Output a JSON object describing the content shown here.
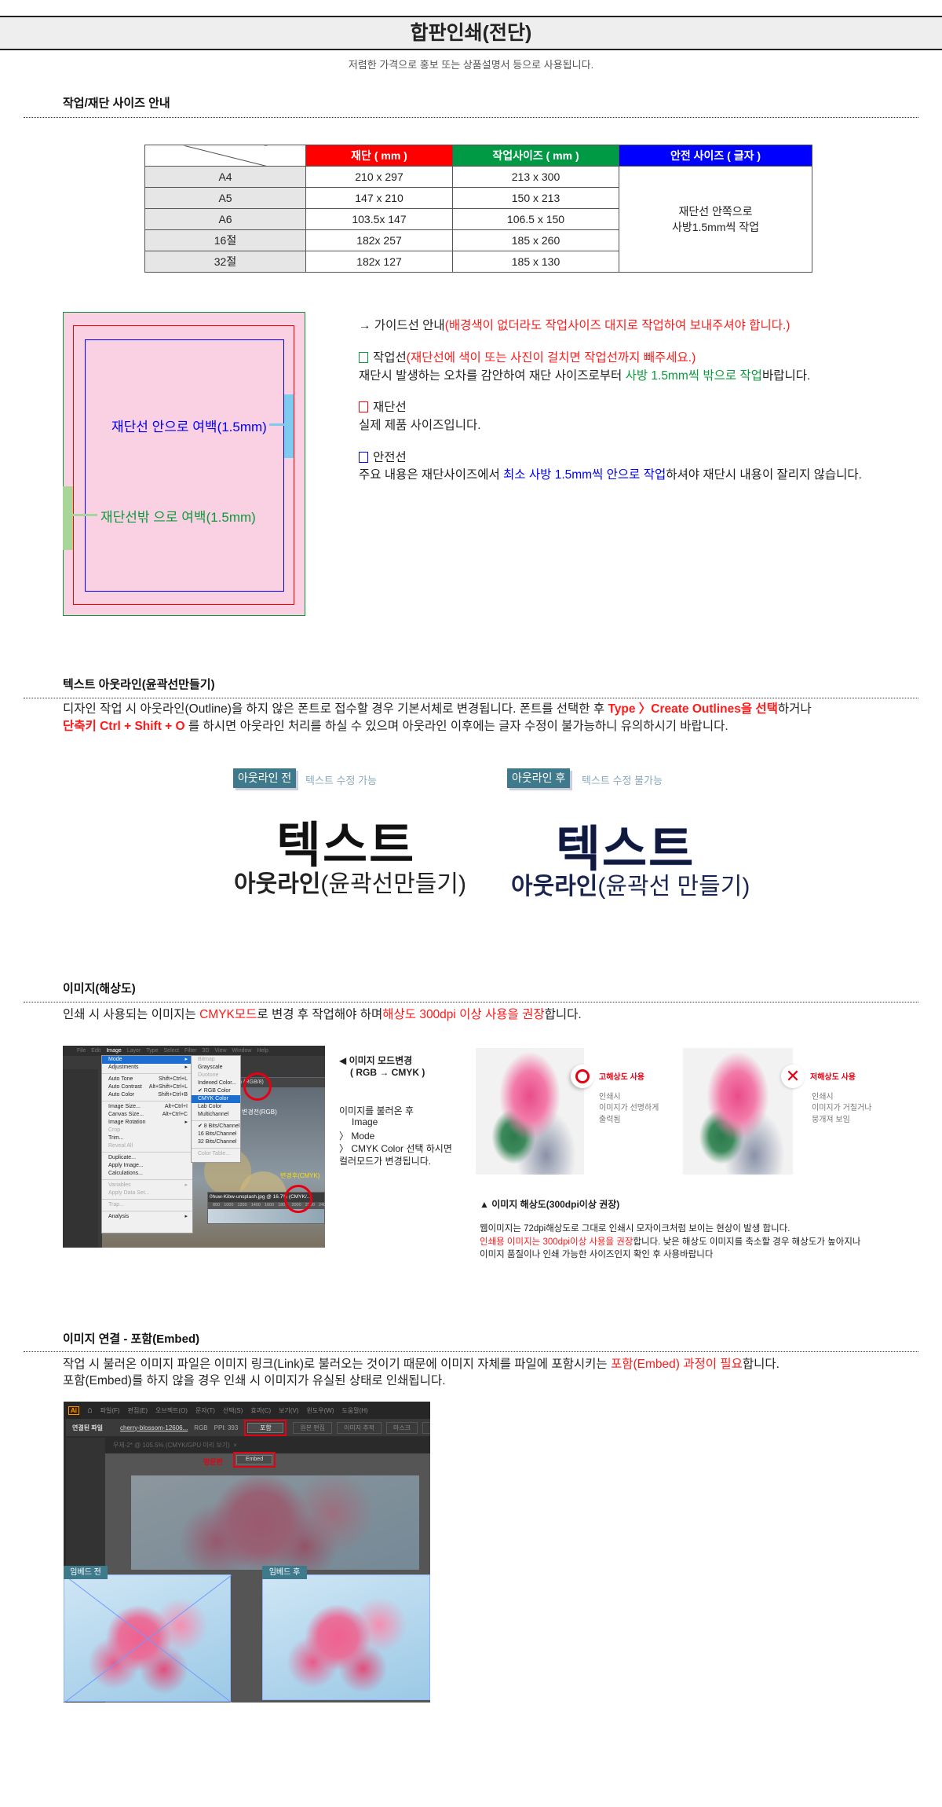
{
  "header": {
    "title": "합판인쇄(전단)",
    "subtitle": "저렴한 가격으로 홍보 또는 상품설명서 등으로 사용됩니다."
  },
  "colors": {
    "red": "#ff0000",
    "green": "#009a44",
    "blue": "#0000ff",
    "pink_fill": "#f9d1e3",
    "badge": "#3f7a8c"
  },
  "size_section": {
    "heading": "작업/재단 사이즈 안내",
    "columns": [
      "재단 ( mm )",
      "작업사이즈 ( mm )",
      "안전 사이즈 ( 글자 )"
    ],
    "rows": [
      {
        "name": "A4",
        "cut": "210 x 297",
        "work": "213 x 300"
      },
      {
        "name": "A5",
        "cut": "147 x 210",
        "work": "150 x 213"
      },
      {
        "name": "A6",
        "cut": "103.5x 147",
        "work": "106.5 x 150"
      },
      {
        "name": "16절",
        "cut": "182x 257",
        "work": "185 x 260"
      },
      {
        "name": "32절",
        "cut": "182x 127",
        "work": "185 x 130"
      }
    ],
    "safe_note_1": "재단선 안쪽으로",
    "safe_note_2": "사방1.5mm씩 작업",
    "diagram": {
      "inner_label": "재단선 안으로 여백(1.5mm)",
      "outer_label": "재단선밖 으로 여백(1.5mm)"
    },
    "guide": {
      "intro": "→  가이드선 안내",
      "intro_note": "(배경색이 없더라도 작업사이즈 대지로 작업하여 보내주셔야 합니다.)",
      "work_title": "작업선",
      "work_note": "(재단선에 색이 또는 사진이 걸치면 작업선까지 빼주세요.)",
      "work_desc_1": "재단시 발생하는 오차를 감안하여 재단 사이즈로부터 ",
      "work_desc_hl": "사방 1.5mm씩 밖으로 작업",
      "work_desc_2": "바랍니다.",
      "cut_title": "재단선",
      "cut_desc": "실제 제품 사이즈입니다.",
      "safe_title": "안전선",
      "safe_desc_1": "주요 내용은 재단사이즈에서 ",
      "safe_desc_hl": "최소 사방 1.5mm씩 안으로 작업",
      "safe_desc_2": "하셔야 재단시 내용이 잘리지 않습니다."
    }
  },
  "outline_section": {
    "heading": "텍스트 아웃라인(윤곽선만들기)",
    "line1_a": "디자인 작업 시 아웃라인(Outline)을 하지 않은 폰트로 접수할 경우 기본서체로 변경됩니다. 폰트를 선택한 후 ",
    "line1_hl": "Type 〉Create Outlines을 선택",
    "line1_b": "하거나",
    "line2_hl": "단축키 Ctrl + Shift + O",
    "line2_b": " 를 하시면 아웃라인 처리를 하실 수 있으며 아웃라인 이후에는 글자 수정이 불가능하니 유의하시기 바랍니다.",
    "before": {
      "badge": "아웃라인 전",
      "note": "텍스트 수정 가능",
      "big": "텍스트",
      "sub_bold": "아웃라인",
      "sub": "(윤곽선만들기)"
    },
    "after": {
      "badge": "아웃라인 후",
      "note": "텍스트 수정 불가능",
      "big": "텍스트",
      "sub_bold": "아웃라인",
      "sub": "(윤곽선 만들기)"
    }
  },
  "resolution_section": {
    "heading": "이미지(해상도)",
    "line_a": "인쇄 시 사용되는 이미지는 ",
    "line_hl1": "CMYK모드",
    "line_b": "로 변경 후 작업해야 하며",
    "line_hl2": "해상도 300dpi 이상 사용을 권장",
    "line_c": "합니다.",
    "photoshop": {
      "menubar": [
        "File",
        "Edit",
        "Image",
        "Layer",
        "Type",
        "Select",
        "Filter",
        "3D",
        "View",
        "Window",
        "Help"
      ],
      "menu": [
        {
          "label": "Mode",
          "shortcut": "▸"
        },
        {
          "label": "Adjustments",
          "shortcut": "▸"
        },
        {
          "label": "Auto Tone",
          "shortcut": "Shift+Ctrl+L"
        },
        {
          "label": "Auto Contrast",
          "shortcut": "Alt+Shift+Ctrl+L"
        },
        {
          "label": "Auto Color",
          "shortcut": "Shift+Ctrl+B"
        },
        {
          "label": "Image Size...",
          "shortcut": "Alt+Ctrl+I"
        },
        {
          "label": "Canvas Size...",
          "shortcut": "Alt+Ctrl+C"
        },
        {
          "label": "Image Rotation",
          "shortcut": "▸"
        },
        {
          "label": "Crop",
          "shortcut": ""
        },
        {
          "label": "Trim...",
          "shortcut": ""
        },
        {
          "label": "Reveal All",
          "shortcut": ""
        },
        {
          "label": "Duplicate...",
          "shortcut": ""
        },
        {
          "label": "Apply Image...",
          "shortcut": ""
        },
        {
          "label": "Calculations...",
          "shortcut": ""
        },
        {
          "label": "Variables",
          "shortcut": "▸"
        },
        {
          "label": "Apply Data Set...",
          "shortcut": ""
        },
        {
          "label": "Trap...",
          "shortcut": ""
        },
        {
          "label": "Analysis",
          "shortcut": "▸"
        }
      ],
      "submenu": [
        "Bitmap",
        "Grayscale",
        "Duotone",
        "Indexed Color...",
        "✔ RGB Color",
        "CMYK Color",
        "Lab Color",
        "Multichannel",
        "✔ 8 Bits/Channel",
        "16 Bits/Channel",
        "32 Bits/Channel",
        "Color Table..."
      ],
      "tab_title": "% (RGB/8)",
      "before_label": "변경전(RGB)",
      "after_label": "변경후(CMYK)",
      "window_title": "0huw-Kibw-unsplash.jpg @ 16.7% (CMYK/...",
      "ruler": [
        "800",
        "1000",
        "1200",
        "1400",
        "1600",
        "1800",
        "2000",
        "2200",
        "2400",
        "2600"
      ]
    },
    "mode_note": {
      "title": "◀ 이미지 모드변경",
      "sub": "( RGB → CMYK )",
      "l1": "이미지를 불러온 후",
      "l2": "Image",
      "l3": "〉 Mode",
      "l4": "〉 CMYK Color 선택 하시면",
      "l5": "컬러모드가 변경됩니다."
    },
    "high": {
      "icon": "circle-o",
      "title": "고해상도 사용",
      "d1": "인쇄시",
      "d2": "이미지가 선명하게",
      "d3": "출력됨"
    },
    "low": {
      "icon": "x-mark",
      "title": "저해상도 사용",
      "d1": "인쇄시",
      "d2": "이미지가 거칠거나",
      "d3": "뭉개져 보임"
    },
    "caption": "▲ 이미지 해상도(300dpi이상 권장)",
    "c1": "웹이미지는 72dpi해상도로 그대로 인쇄시 모자이크처럼 보이는 현상이 발생 합니다.",
    "c2_hl": "인쇄용 이미지는 300dpi이상 사용을 권장",
    "c2": "합니다. 낮은 해상도 이미지를 축소할 경우 해상도가 높아지나",
    "c3": "이미지 품질이나 인쇄 가능한 사이즈인지 확인 후 사용바랍니다"
  },
  "embed_section": {
    "heading": "이미지 연결 - 포함(Embed)",
    "l1_a": "작업 시 불러온 이미지 파일은 이미지 링크(Link)로 불러오는 것이기 때문에 이미지 자체를 파일에 포함시키는 ",
    "l1_hl": "포함(Embed) 과정이 필요",
    "l1_b": "합니다.",
    "l2": "포함(Embed)를 하지 않을 경우 인쇄 시 이미지가 유실된 상태로 인쇄됩니다.",
    "illustrator": {
      "logo": "Ai",
      "menubar": [
        "파일(F)",
        "편집(E)",
        "오브젝트(O)",
        "문자(T)",
        "선택(S)",
        "효과(C)",
        "보기(V)",
        "윈도우(W)",
        "도움말(H)"
      ],
      "linked_file": "연결된 파일",
      "filename": "cherry-blossom-12606...",
      "mode": "RGB",
      "ppi": "PPI: 393",
      "embed_ko": "포함",
      "controls": [
        "원본 편집",
        "이미지 추적",
        "마스크",
        "이미지 자"
      ],
      "doc_tab": "무제-2* @ 105.5% (CMYK/GPU 미리 보기)",
      "english_label": "영문판",
      "embed_en": "Embed"
    },
    "before_badge": "임베드 전",
    "after_badge": "임베드 후"
  }
}
